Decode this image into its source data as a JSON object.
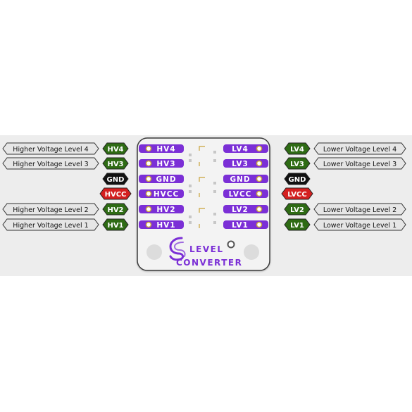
{
  "board": {
    "brand_line1": "LEVEL",
    "brand_line2": "CONVERTER"
  },
  "colors": {
    "board": "#f3f3f3",
    "pad": "#7b2fd6",
    "signal_tag": "#2e6b14",
    "gnd_tag": "#111111",
    "vcc_tag": "#d42020",
    "desc_tag": "#e6e6e6"
  },
  "rows": [
    {
      "left_desc": "Higher Voltage Level 4",
      "left_tag": "HV4",
      "left_pad": "HV4",
      "right_pad": "LV4",
      "right_tag": "LV4",
      "right_desc": "Lower Voltage Level 4",
      "kind": "signal"
    },
    {
      "left_desc": "Higher Voltage Level 3",
      "left_tag": "HV3",
      "left_pad": "HV3",
      "right_pad": "LV3",
      "right_tag": "LV3",
      "right_desc": "Lower Voltage Level 3",
      "kind": "signal"
    },
    {
      "left_desc": "",
      "left_tag": "GND",
      "left_pad": "GND",
      "right_pad": "GND",
      "right_tag": "GND",
      "right_desc": "",
      "kind": "gnd"
    },
    {
      "left_desc": "",
      "left_tag": "HVCC",
      "left_pad": "HVCC",
      "right_pad": "LVCC",
      "right_tag": "LVCC",
      "right_desc": "",
      "kind": "vcc"
    },
    {
      "left_desc": "Higher Voltage Level 2",
      "left_tag": "HV2",
      "left_pad": "HV2",
      "right_pad": "LV2",
      "right_tag": "LV2",
      "right_desc": "Lower Voltage Level 2",
      "kind": "signal"
    },
    {
      "left_desc": "Higher Voltage Level 1",
      "left_tag": "HV1",
      "left_pad": "HV1",
      "right_pad": "LV1",
      "right_tag": "LV1",
      "right_desc": "Lower Voltage Level 1",
      "kind": "signal"
    }
  ]
}
